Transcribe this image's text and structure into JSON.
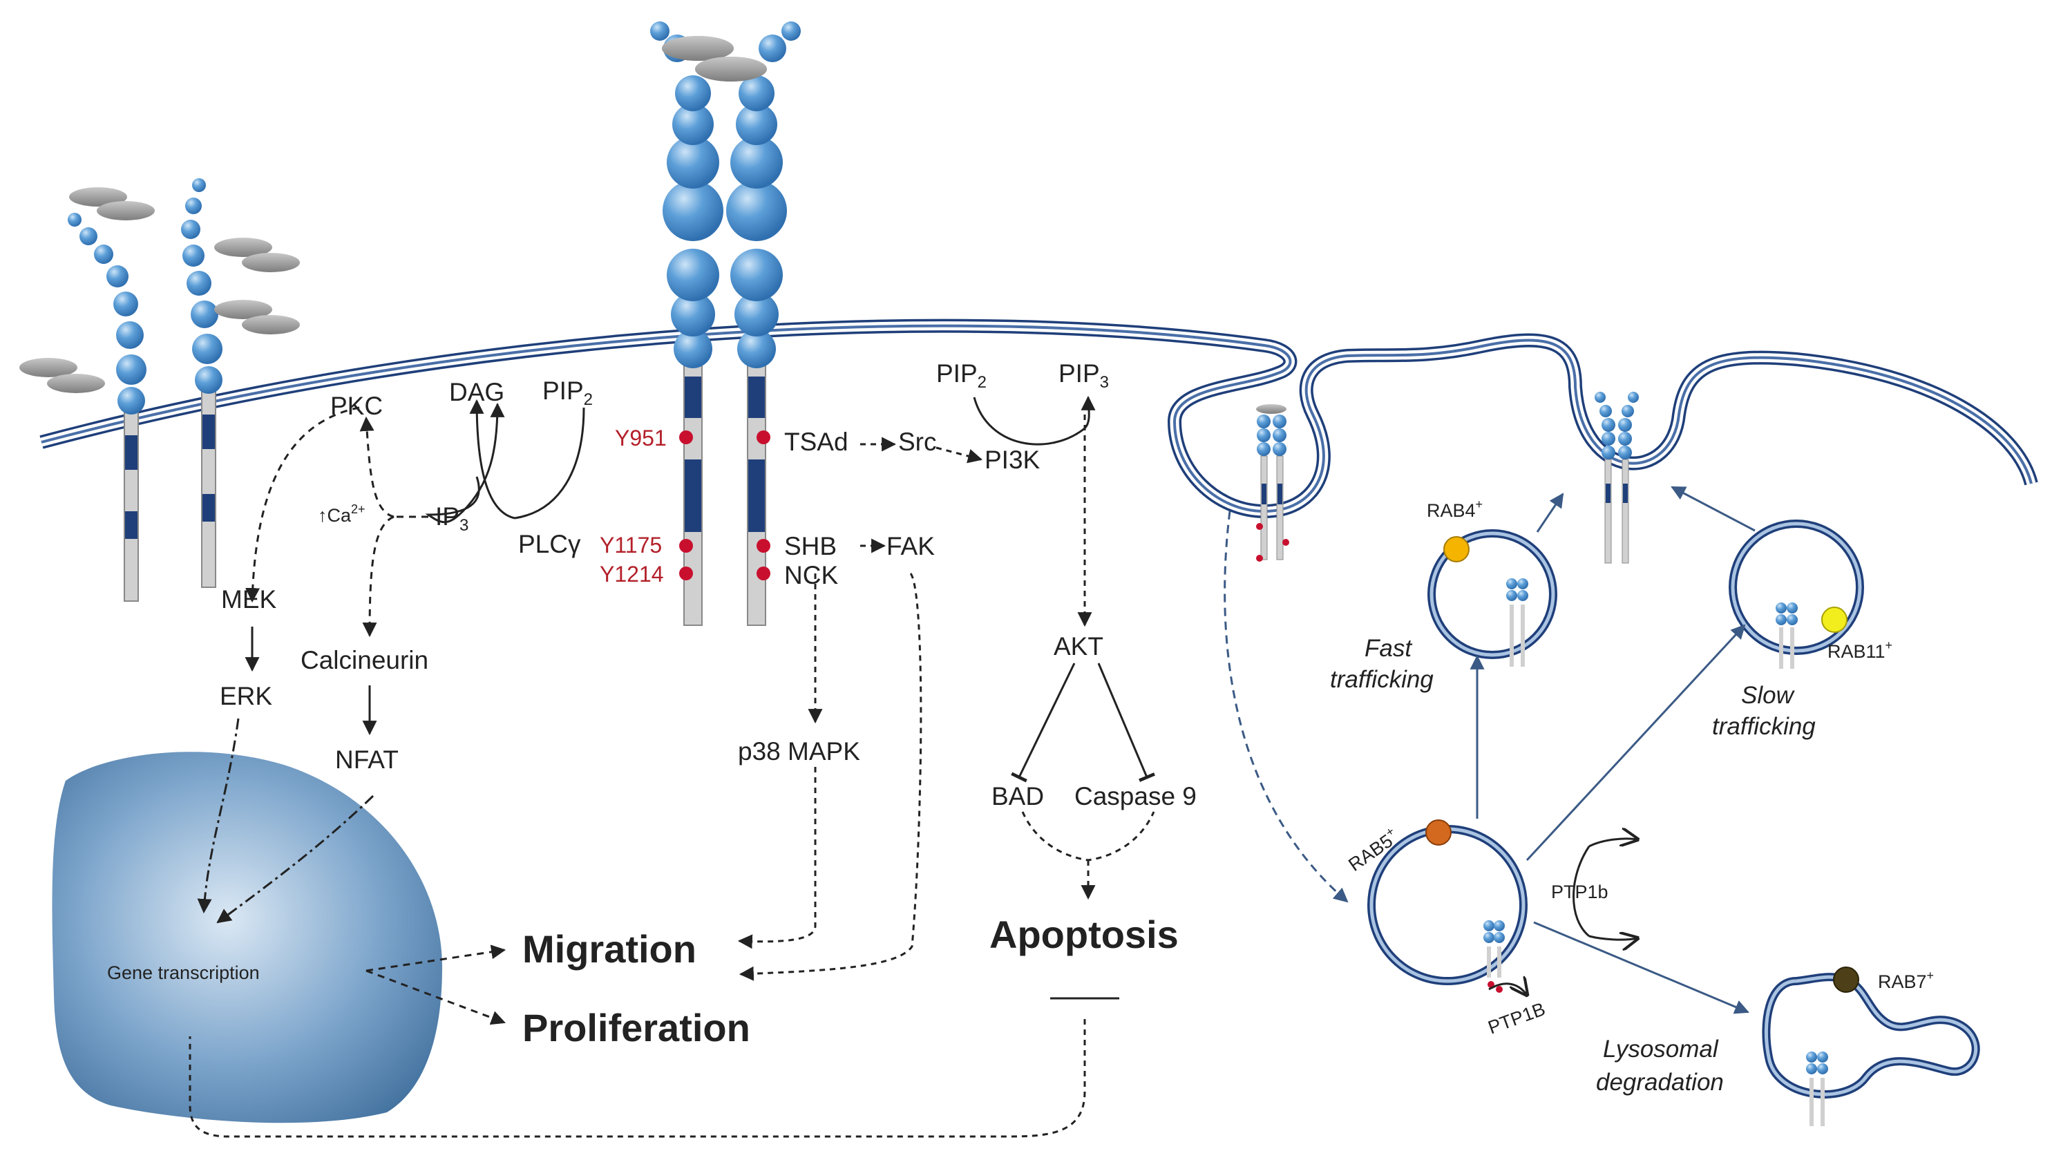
{
  "colors": {
    "membrane": "#1f3f7a",
    "receptor_domain": "#4f90cf",
    "receptor_dark": "#1f3f7a",
    "phospho_site": "#c8102e",
    "ligand": "#9a9a9a",
    "nucleus": "#5f8db8",
    "rab4": "#f4b400",
    "rab5": "#d2691e",
    "rab7": "#4d4018",
    "rab11": "#f2ee1e",
    "arrow": "#222222",
    "traffic_arrow": "#3b5a85"
  },
  "labels": {
    "pkc": "PKC",
    "dag": "DAG",
    "pip2_left_main": "PIP",
    "pip2_left_sub": "2",
    "ca_main": "↑Ca",
    "ca_sup": "2+",
    "ip3_main": "IP",
    "ip3_sub": "3",
    "plcg": "PLCγ",
    "mek": "MEK",
    "erk": "ERK",
    "calcineurin": "Calcineurin",
    "nfat": "NFAT",
    "gene_transcription": "Gene transcription",
    "migration": "Migration",
    "proliferation": "Proliferation",
    "y951": "Y951",
    "y1175": "Y1175",
    "y1214": "Y1214",
    "tsad": "TSAd",
    "src": "Src",
    "pi3k": "PI3K",
    "shb": "SHB",
    "fak": "FAK",
    "nck": "NCK",
    "p38": "p38 MAPK",
    "pip2_right_main": "PIP",
    "pip2_right_sub": "2",
    "pip3_main": "PIP",
    "pip3_sub": "3",
    "akt": "AKT",
    "bad": "BAD",
    "caspase9": "Caspase 9",
    "apoptosis": "Apoptosis",
    "rab4_main": "RAB4",
    "rab4_sup": "+",
    "rab5_main": "RAB5",
    "rab5_sup": "+",
    "rab7_main": "RAB7",
    "rab7_sup": "+",
    "rab11_main": "RAB11",
    "rab11_sup": "+",
    "fast_trafficking_l1": "Fast",
    "fast_trafficking_l2": "trafficking",
    "slow_trafficking_l1": "Slow",
    "slow_trafficking_l2": "trafficking",
    "ptp1b_upper": "PTP1b",
    "ptp1b_lower": "PTP1B",
    "lysosomal_l1": "Lysosomal",
    "lysosomal_l2": "degradation"
  }
}
